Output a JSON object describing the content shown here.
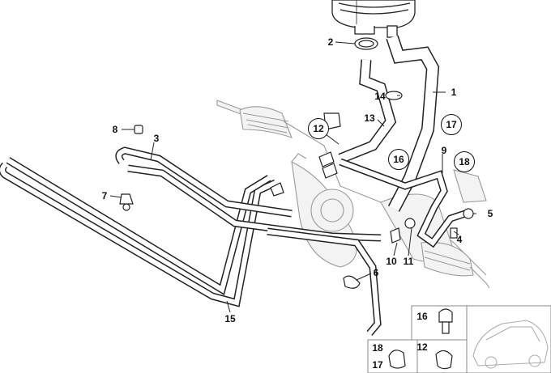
{
  "diagram": {
    "callouts": {
      "c1": "1",
      "c2": "2",
      "c3": "3",
      "c4": "4",
      "c5": "5",
      "c6": "6",
      "c7": "7",
      "c8": "8",
      "c9": "9",
      "c10": "10",
      "c11": "11",
      "c12": "12",
      "c13": "13",
      "c14": "14",
      "c15": "15",
      "c16": "16",
      "c17": "17",
      "c18": "18"
    },
    "inset": {
      "part16": "16",
      "part18": "18",
      "part17": "17",
      "part12": "12"
    }
  }
}
